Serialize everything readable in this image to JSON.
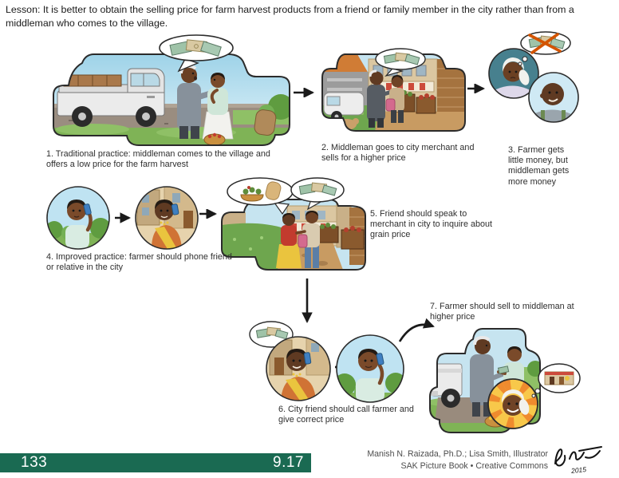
{
  "lesson": "Lesson: It is better to obtain the selling price for farm harvest products from a friend or family member in the city rather than from a middleman who comes to the village.",
  "panels": [
    {
      "step": "1",
      "caption": "1. Traditional practice: middleman comes to the village and offers a low price for the farm harvest",
      "alt": "middleman with pickup truck offers money to farmer woman in village"
    },
    {
      "step": "2",
      "caption": "2. Middleman goes to city merchant and sells for a higher price",
      "alt": "middleman talks with merchant at city market stall"
    },
    {
      "step": "3",
      "caption": "3. Farmer gets little money, but middleman gets more money",
      "alt": "sad farmer with crossed-out money bubble, smiling middleman"
    },
    {
      "step": "4",
      "caption": "4. Improved practice: farmer should phone friend or relative in the city",
      "alt": "farmer phones city friend"
    },
    {
      "step": "5",
      "caption": "5. Friend should speak to merchant in city to inquire about grain price",
      "alt": "friend asks merchant about produce and money prices"
    },
    {
      "step": "6",
      "caption": "6. City friend should call farmer and give correct price",
      "alt": "city friend calls farmer back with price"
    },
    {
      "step": "7",
      "caption": "7. Farmer should sell to middleman at higher price",
      "alt": "farmer happily sells to middleman at truck"
    }
  ],
  "footer": {
    "page_number": "133",
    "figure_number": "9.17",
    "credit_line1": "Manish N. Raizada, Ph.D.; Lisa Smith, Illustrator",
    "credit_line2": "SAK Picture Book • Creative Commons",
    "signature_year": "2015"
  },
  "colors": {
    "footer_green": "#1a6a52",
    "sky_blue": "#bfe3f2",
    "grass_green": "#7fb356",
    "money_bill_green": "#9fc3a8",
    "crossed_out_x": "#d35400"
  }
}
